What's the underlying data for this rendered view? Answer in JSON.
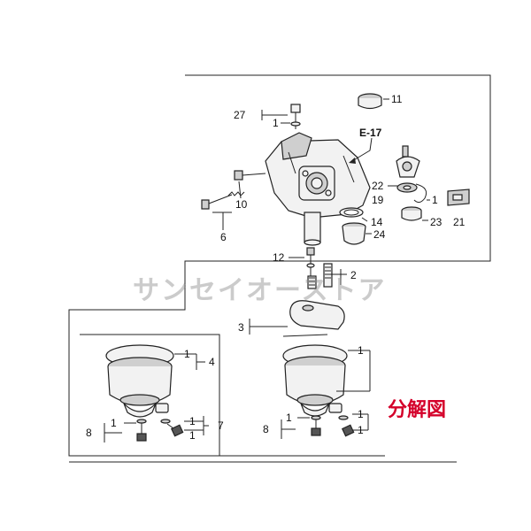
{
  "diagram": {
    "callouts": {
      "p27": "27",
      "p27_sub": "1",
      "p11": "11",
      "e17": "E-17",
      "p22": "22",
      "p19": "19",
      "p19_sub": "1",
      "p10": "10",
      "p14": "14",
      "p23": "23",
      "p21": "21",
      "p24": "24",
      "p6": "6",
      "p12": "12",
      "p2": "2",
      "p3": "3",
      "p4": "4",
      "p4_sub": "1",
      "p1_right_a": "1",
      "p1_right_b": "1",
      "p1_right_c": "1",
      "p8_left": "8",
      "p8_left_sub": "1",
      "p7": "7",
      "p7_sub_a": "1",
      "p7_sub_b": "1",
      "p8_right": "8",
      "p8_right_sub": "1"
    },
    "watermark": "サンセイオーストア",
    "stamp": "分解図"
  }
}
